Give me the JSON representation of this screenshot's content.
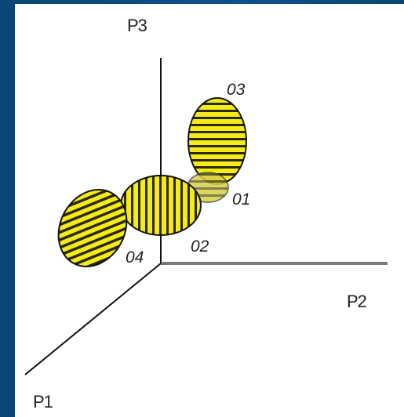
{
  "diagram": {
    "axes": [
      {
        "id": "p1",
        "label": "P1"
      },
      {
        "id": "p2",
        "label": "P2"
      },
      {
        "id": "p3",
        "label": "P3"
      }
    ],
    "objects": [
      {
        "id": "o1",
        "label": "01"
      },
      {
        "id": "o2",
        "label": "02"
      },
      {
        "id": "o3",
        "label": "03"
      },
      {
        "id": "o4",
        "label": "04"
      }
    ],
    "colors": {
      "background": "#0c4a7c",
      "panel": "#ffffff",
      "ellipsoid_fill": "#f5ea1c",
      "ellipsoid_stripe": "#2a2a00",
      "axis_p1_p3": "#111111",
      "axis_p2": "#7a7a7a"
    }
  }
}
